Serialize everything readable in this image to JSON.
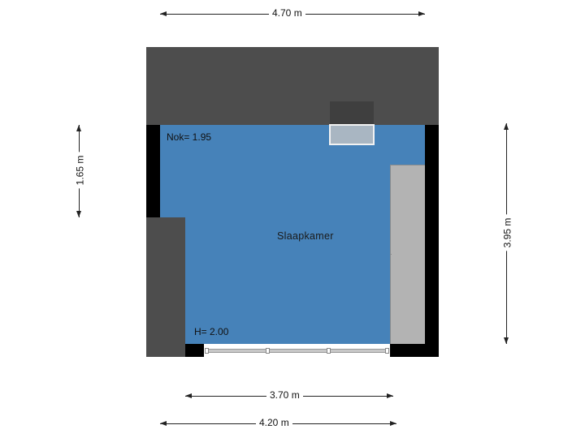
{
  "plan": {
    "room_name": "Slaapkamer",
    "ridge_height_label": "Nok= 1.95",
    "height_label": "H= 2.00"
  },
  "dimensions": {
    "top_width": "4.70 m",
    "left_height": "1.65 m",
    "right_height": "3.95 m",
    "bottom_inner_width": "3.70 m",
    "bottom_outer_width": "4.20 m"
  },
  "colors": {
    "room_fill": "#4682b9",
    "wall": "#000000",
    "roof_area": "#4d4d4d",
    "closet": "#b3b3b3",
    "skylight": "#a9b6c2"
  }
}
